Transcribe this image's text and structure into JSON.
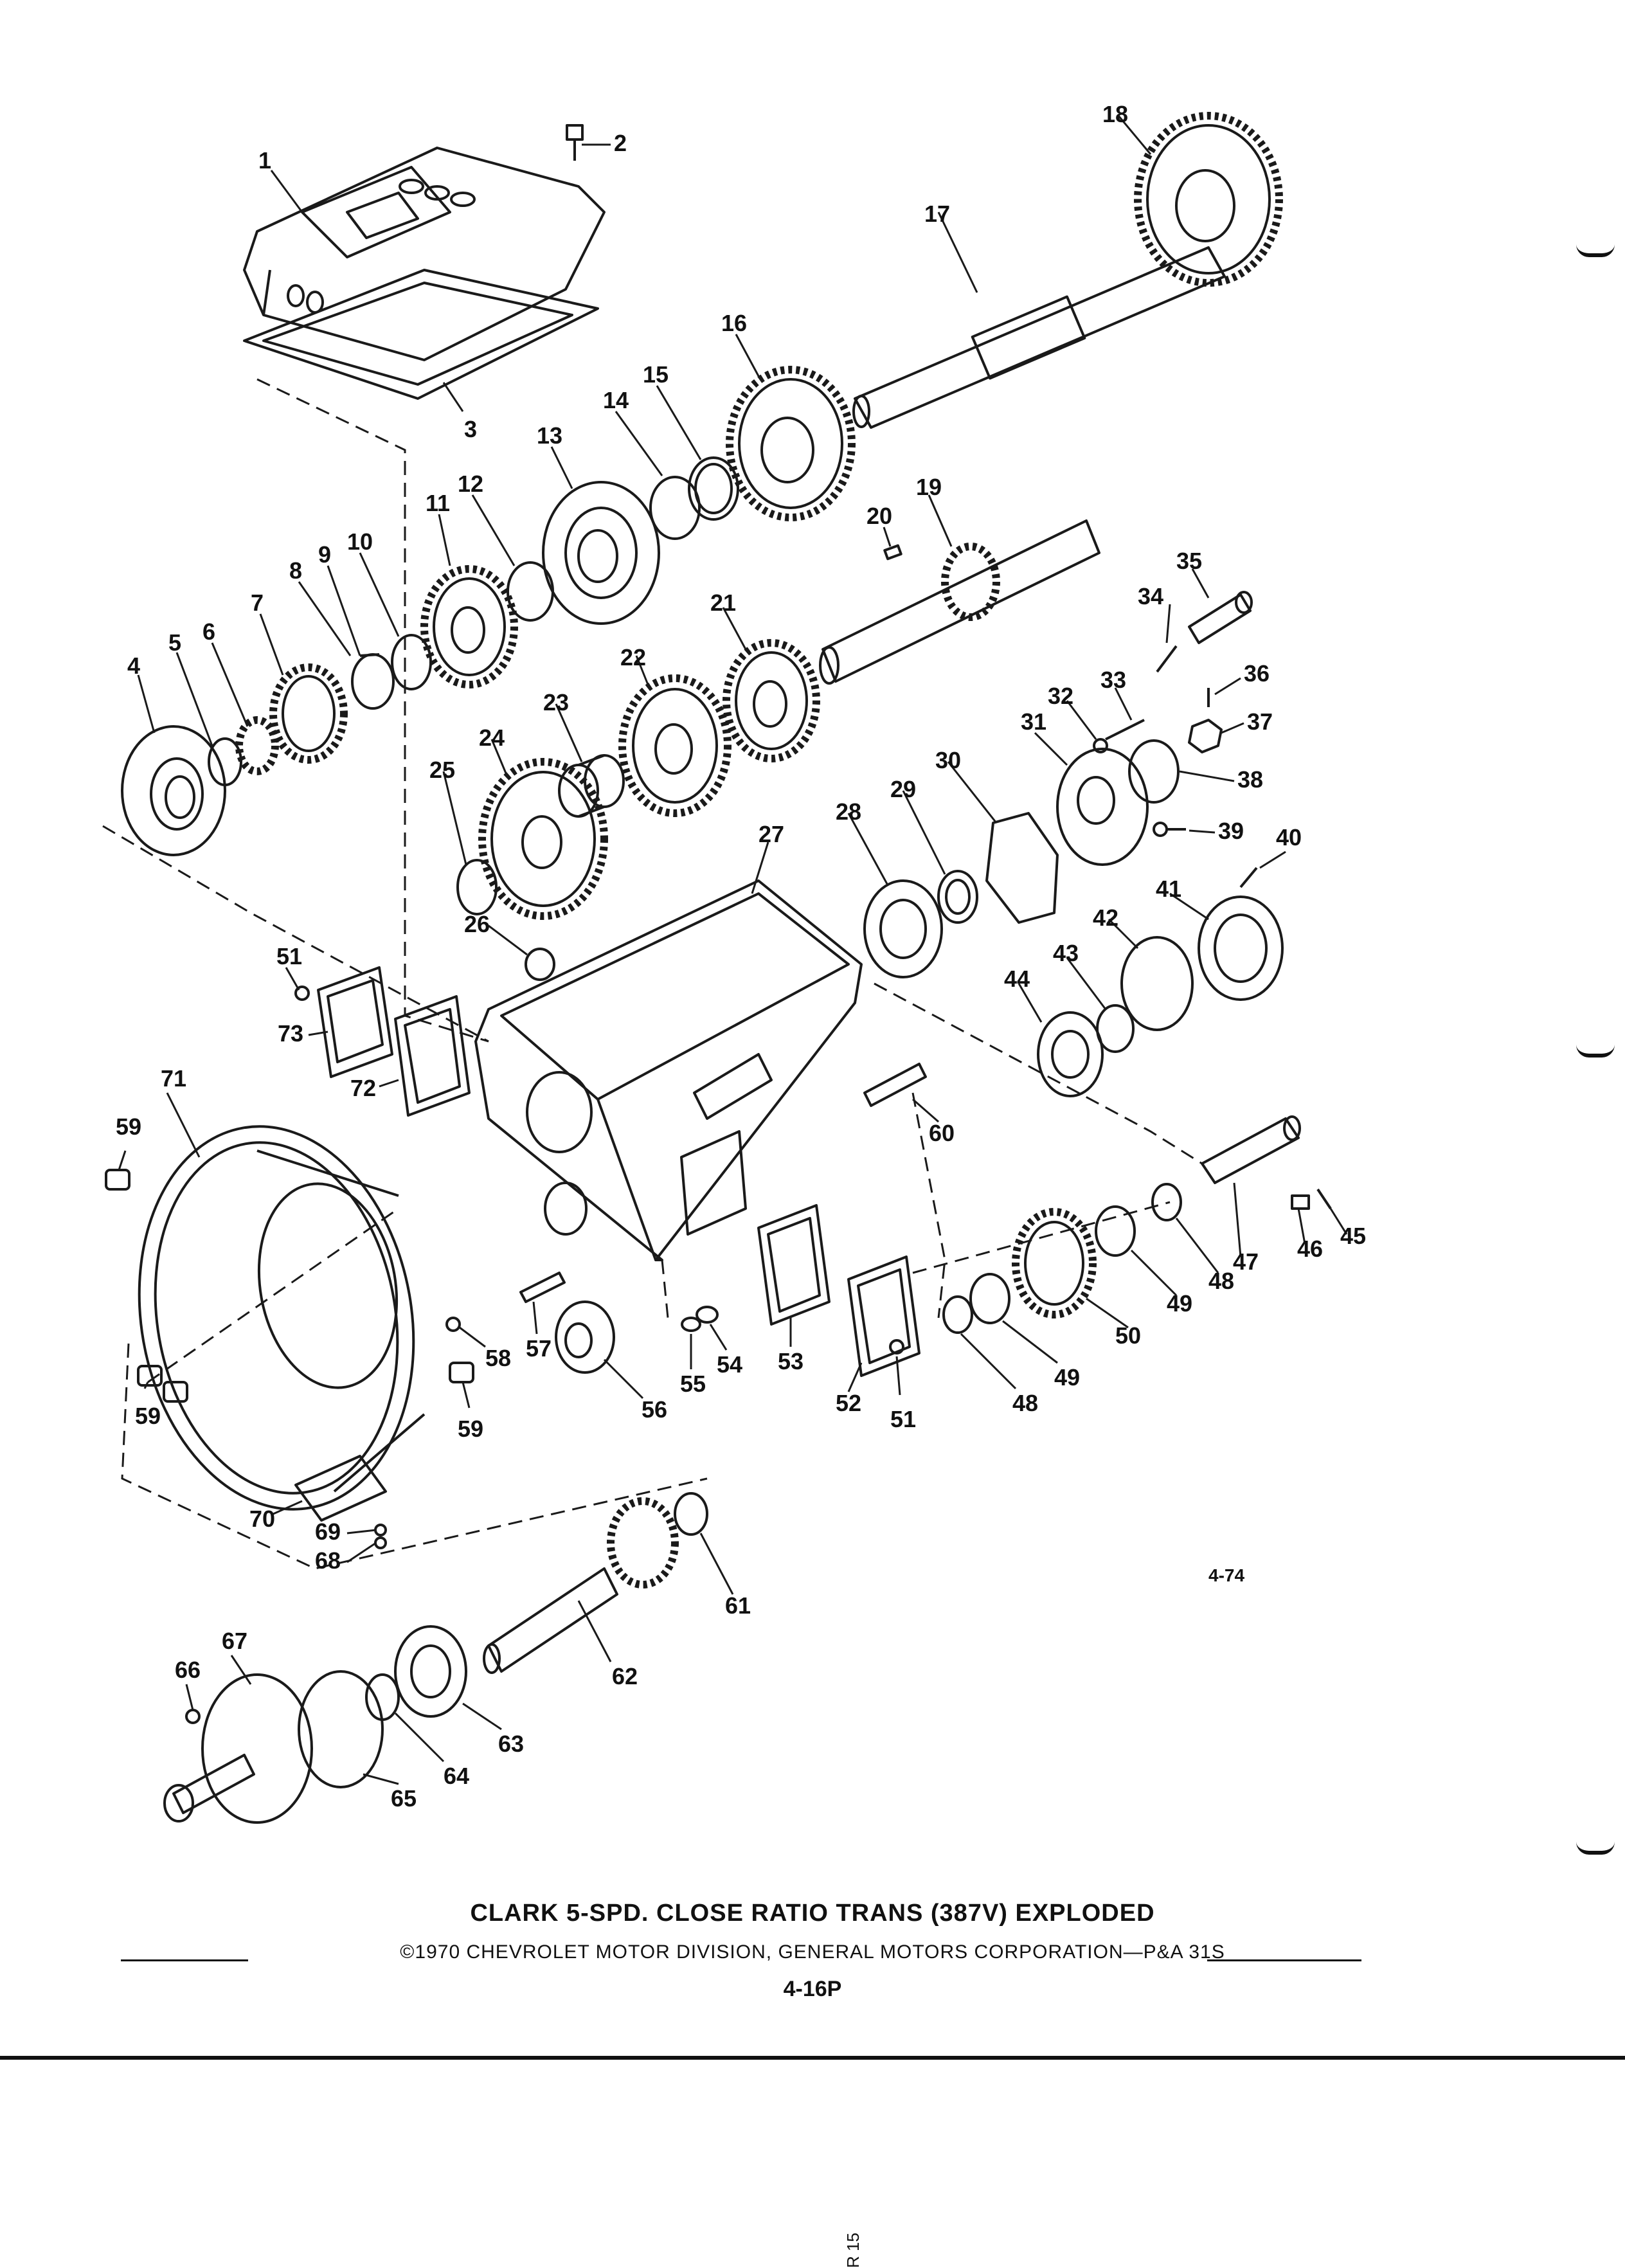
{
  "document": {
    "title": "CLARK 5-SPD. CLOSE RATIO TRANS (387V) EXPLODED",
    "copyright": "©1970 CHEVROLET MOTOR DIVISION, GENERAL MOTORS CORPORATION—P&A 31S",
    "page_number": "4-16P",
    "figure_code": "4-74",
    "edge_mark": "R 15"
  },
  "callouts": [
    "1",
    "2",
    "3",
    "4",
    "5",
    "6",
    "7",
    "8",
    "9",
    "10",
    "11",
    "12",
    "13",
    "14",
    "15",
    "16",
    "17",
    "18",
    "19",
    "20",
    "21",
    "22",
    "23",
    "24",
    "25",
    "26",
    "27",
    "28",
    "29",
    "30",
    "31",
    "32",
    "33",
    "34",
    "35",
    "36",
    "37",
    "38",
    "39",
    "40",
    "41",
    "42",
    "43",
    "44",
    "45",
    "46",
    "47",
    "48",
    "49",
    "50",
    "51",
    "52",
    "53",
    "54",
    "55",
    "56",
    "57",
    "58",
    "59",
    "60",
    "61",
    "62",
    "63",
    "64",
    "65",
    "66",
    "67",
    "68",
    "69",
    "70",
    "71",
    "72",
    "73"
  ],
  "extra_callouts": [
    {
      "key": "59b",
      "text": "59"
    },
    {
      "key": "59c",
      "text": "59"
    },
    {
      "key": "51b",
      "text": "51"
    },
    {
      "key": "48b",
      "text": "48"
    },
    {
      "key": "49b",
      "text": "49"
    }
  ]
}
